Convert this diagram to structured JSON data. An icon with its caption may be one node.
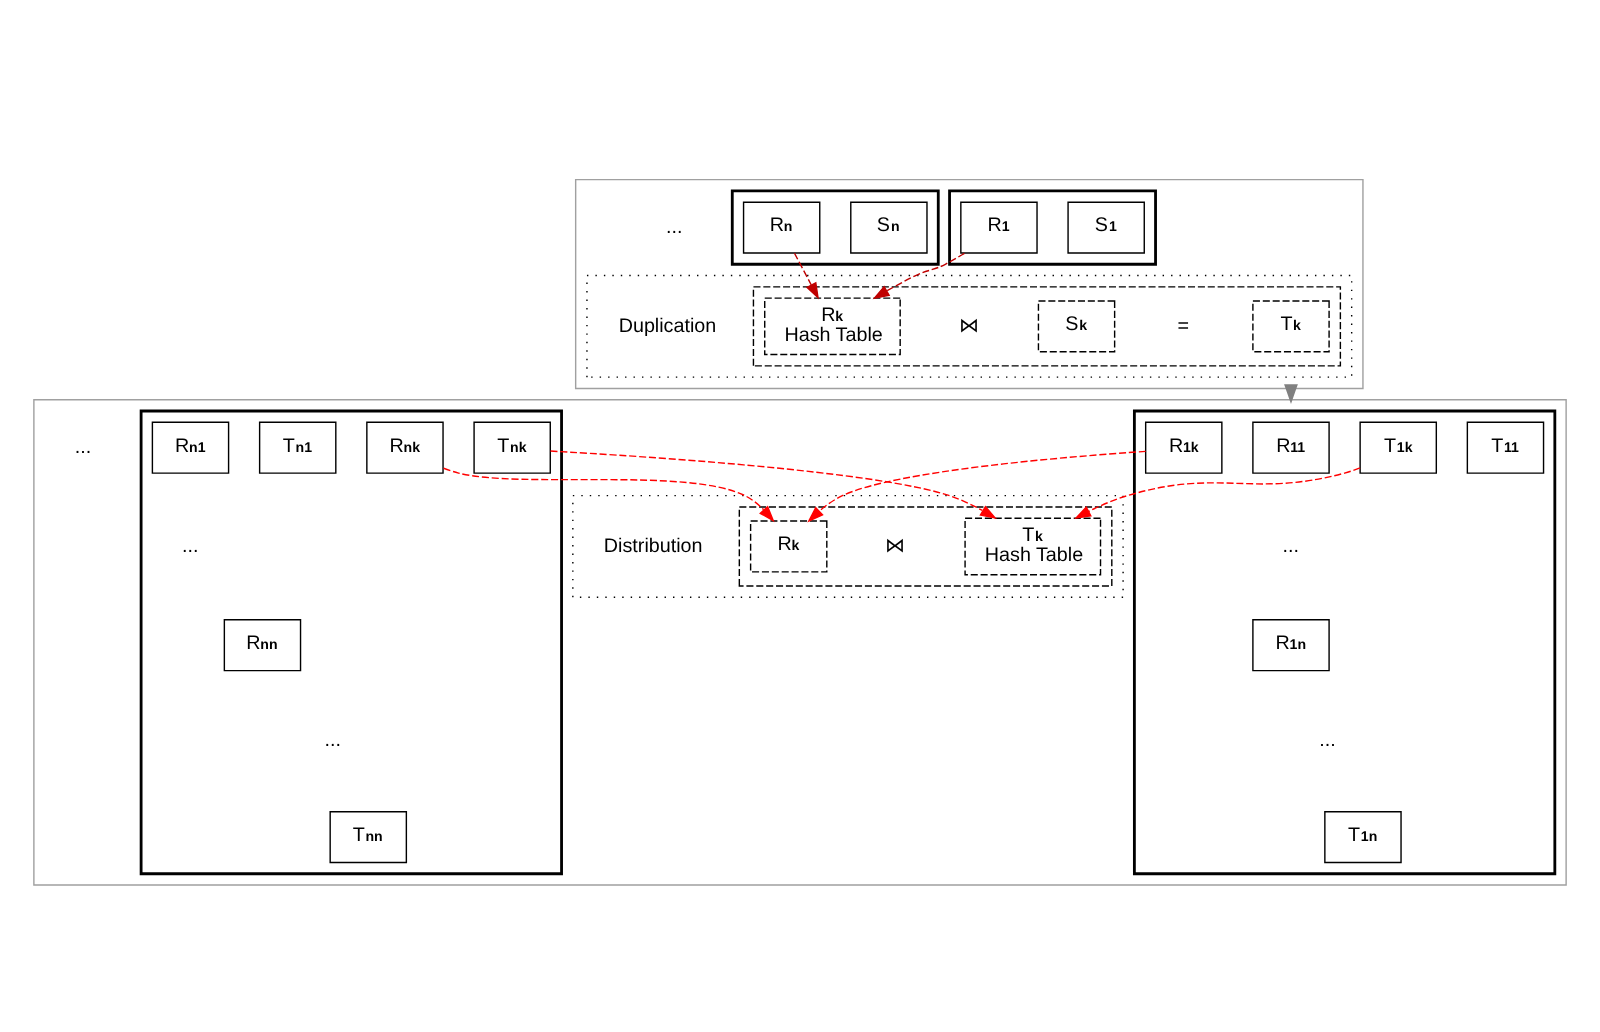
{
  "diagram": {
    "nodes": [
      {
        "text": [],
        "shape": "box"
      },
      {
        "text": [],
        "shape": "box",
        "in": 0
      },
      {
        "text": [
          "R$_{1}$"
        ],
        "in": 1
      },
      {
        "text": [
          "S$_{1}$"
        ],
        "in": 1
      },
      {
        "text": [],
        "shape": "box",
        "in": 0
      },
      {
        "text": [
          "R$_{n}$"
        ],
        "in": 4
      },
      {
        "text": [
          "S$_{n}$"
        ],
        "in": 4
      },
      {
        "text": [],
        "shape": "box",
        "in": 0
      },
      {
        "text": [],
        "shape": "box",
        "in": 7
      },
      {
        "text": [
          "R$_{k}$",
          "Hash Table"
        ],
        "in": 8
      },
      {
        "text": [
          "S$_{k}$"
        ],
        "in": 8
      },
      {
        "text": [
          "T$_{k}$"
        ],
        "in": 8
      },
      {
        "text": [],
        "shape": "box"
      },
      {
        "text": [],
        "shape": "box",
        "in": 12
      },
      {
        "text": [
          "R$_{11}$"
        ],
        "in": 13
      },
      {
        "text": [
          "R$_{1k}$"
        ],
        "in": 13
      },
      {
        "text": [
          "R$_{1n}$"
        ],
        "in": 13
      },
      {
        "text": [
          "T$_{11}$"
        ],
        "in": 13
      },
      {
        "text": [
          "T$_{1k}$"
        ],
        "in": 13
      },
      {
        "text": [
          "T$_{1n}$"
        ],
        "in": 13
      },
      {
        "text": [],
        "shape": "box",
        "in": 12
      },
      {
        "text": [
          "R$_{n1}$"
        ],
        "in": 20
      },
      {
        "text": [
          "R$_{nk}$"
        ],
        "in": 20
      },
      {
        "text": [
          "R$_{nn}$"
        ],
        "in": 20
      },
      {
        "text": [
          "T$_{n1}$"
        ],
        "in": 20
      },
      {
        "text": [
          "T$_{nk}$"
        ],
        "in": 20
      },
      {
        "text": [
          "T$_{nn}$"
        ],
        "in": 20
      },
      {
        "text": [],
        "shape": "box",
        "in": 12
      },
      {
        "text": [],
        "shape": "box",
        "in": 27
      },
      {
        "text": [
          "R$_{k}$"
        ],
        "in": 28
      },
      {
        "text": [
          "T$_{k}$",
          "Hash Table"
        ],
        "in": 28
      }
    ],
    "edges": [
      {
        "from": 2,
        "to": 9,
        "arrow": "to",
        "style": "dashed",
        "color": "#c00000"
      },
      {
        "from": 5,
        "to": 9,
        "arrow": "to",
        "style": "dashed",
        "color": "#c00000"
      },
      {
        "from": 0,
        "to": 12,
        "arrow": "to",
        "color": "#808080"
      },
      {
        "from": 15,
        "to": 29,
        "arrow": "to",
        "style": "dashed"
      },
      {
        "from": 22,
        "to": 29,
        "arrow": "to",
        "style": "dashed"
      },
      {
        "from": 18,
        "to": 30,
        "arrow": "to",
        "style": "dashed"
      },
      {
        "from": 25,
        "to": 30,
        "arrow": "to",
        "style": "dashed"
      }
    ],
    "labels": [
      "...",
      "⋈",
      "=",
      "...",
      "...",
      "...",
      "...",
      "...",
      "⋈"
    ],
    "legend": [
      {
        "text": "Duplication"
      },
      {
        "text": "Distribution"
      }
    ]
  }
}
